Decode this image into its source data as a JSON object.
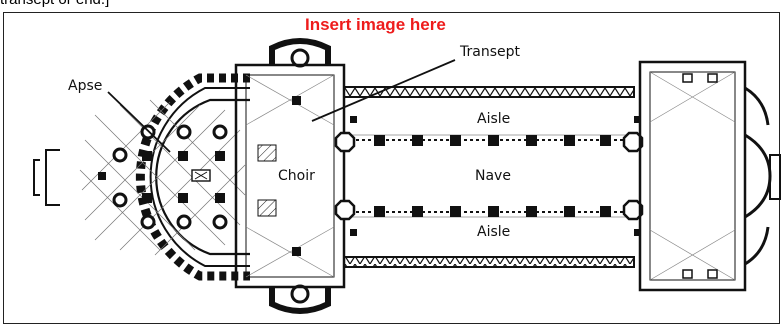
{
  "page": {
    "top_cut_text": "transept or end.]",
    "insert_label": "Insert image here"
  },
  "diagram": {
    "labels": {
      "apse": "Apse",
      "transept": "Transept",
      "aisle_top": "Aisle",
      "choir": "Choir",
      "nave": "Nave",
      "aisle_bottom": "Aisle"
    },
    "colors": {
      "label_red": "#ee1c1c",
      "line": "#111111"
    }
  }
}
